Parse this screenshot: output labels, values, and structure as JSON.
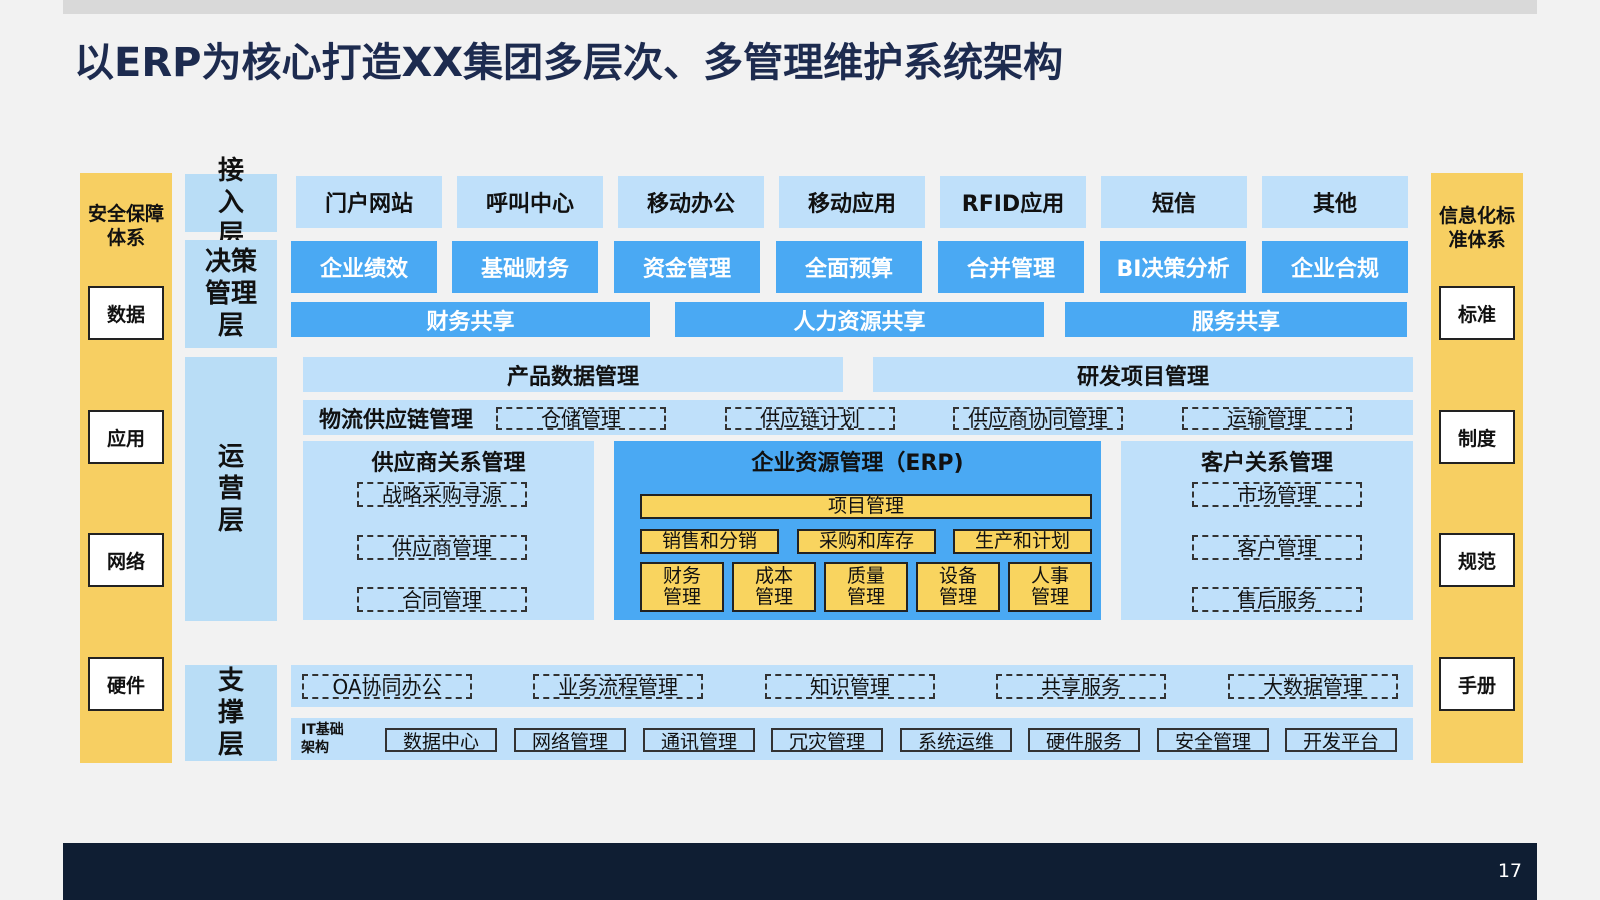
{
  "title": "以ERP为核心打造XX集团多层次、多管理维护系统架构",
  "page_number": "17",
  "left_column": {
    "header": "安全保障体系",
    "items": [
      "数据",
      "应用",
      "网络",
      "硬件"
    ]
  },
  "right_column": {
    "header": "信息化标准体系",
    "items": [
      "标准",
      "制度",
      "规范",
      "手册"
    ]
  },
  "layers": {
    "access": "接入层",
    "decision": "决策管理层",
    "operation": "运营层",
    "support": "支撑层"
  },
  "access_items": [
    "门户网站",
    "呼叫中心",
    "移动办公",
    "移动应用",
    "RFID应用",
    "短信",
    "其他"
  ],
  "decision_items": [
    "企业绩效",
    "基础财务",
    "资金管理",
    "全面预算",
    "合并管理",
    "BI决策分析",
    "企业合规"
  ],
  "shared_services": [
    "财务共享",
    "人力资源共享",
    "服务共享"
  ],
  "operation": {
    "product_data": "产品数据管理",
    "rd_project": "研发项目管理",
    "logistics": {
      "title": "物流供应链管理",
      "items": [
        "仓储管理",
        "供应链计划",
        "供应商协同管理",
        "运输管理"
      ]
    },
    "srm": {
      "title": "供应商关系管理",
      "items": [
        "战略采购寻源",
        "供应商管理",
        "合同管理"
      ]
    },
    "erp": {
      "title": "企业资源管理（ERP)",
      "project": "项目管理",
      "row2": [
        "销售和分销",
        "采购和库存",
        "生产和计划"
      ],
      "row3": [
        {
          "l1": "财务",
          "l2": "管理"
        },
        {
          "l1": "成本",
          "l2": "管理"
        },
        {
          "l1": "质量",
          "l2": "管理"
        },
        {
          "l1": "设备",
          "l2": "管理"
        },
        {
          "l1": "人事",
          "l2": "管理"
        }
      ]
    },
    "crm": {
      "title": "客户关系管理",
      "items": [
        "市场管理",
        "客户管理",
        "售后服务"
      ]
    }
  },
  "support": {
    "services": [
      "OA协同办公",
      "业务流程管理",
      "知识管理",
      "共享服务",
      "大数据管理"
    ],
    "it_label": "IT基础架构",
    "it_items": [
      "数据中心",
      "网络管理",
      "通讯管理",
      "冗灾管理",
      "系统运维",
      "硬件服务",
      "安全管理",
      "开发平台"
    ]
  }
}
